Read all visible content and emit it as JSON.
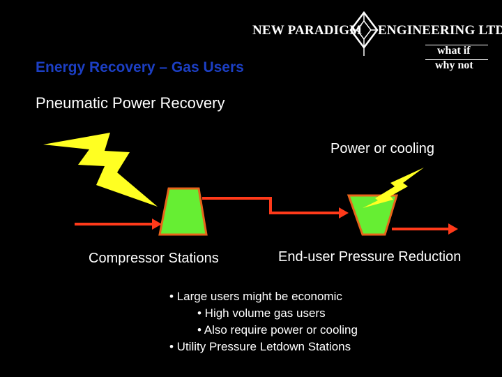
{
  "header": {
    "logo_left": "NEW PARADIGM",
    "logo_right": "ENGINEERING LTD.",
    "tagline_top": "what if",
    "tagline_bottom": "why not"
  },
  "slide": {
    "title": "Energy Recovery – Gas Users",
    "subtitle": "Pneumatic Power Recovery"
  },
  "diagram": {
    "power_label": "Power or cooling",
    "left_label": "Compressor Stations",
    "right_label": "End-user Pressure Reduction",
    "colors": {
      "pipe": "#ff3a1a",
      "machine_fill": "#66ee33",
      "machine_stroke": "#e8641a",
      "bolt": "#ffff22"
    }
  },
  "bullets": [
    "• Large users might be economic",
    "• High volume gas users",
    "• Also require power or cooling",
    "• Utility Pressure Letdown Stations"
  ]
}
